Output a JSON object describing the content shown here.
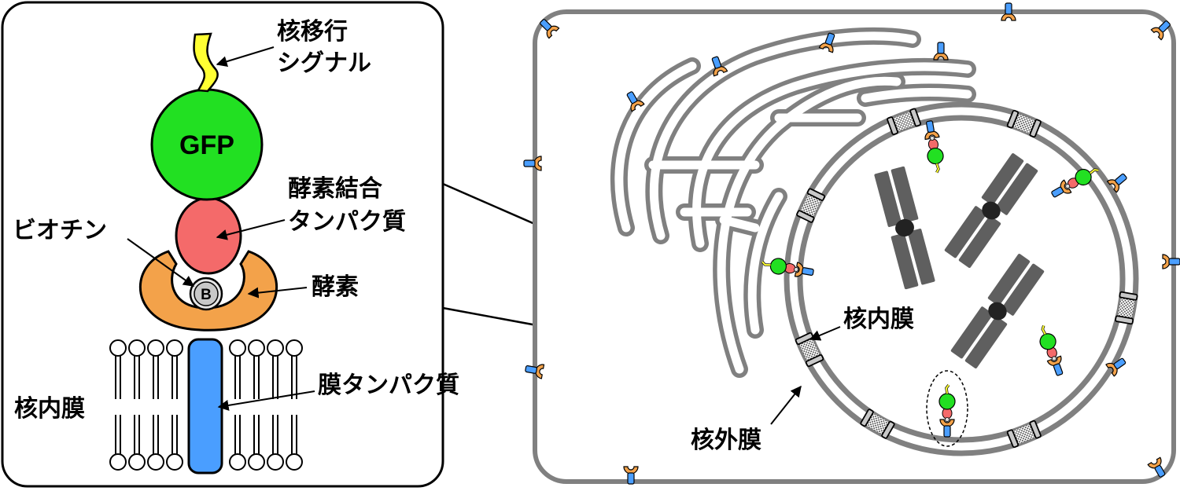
{
  "inset": {
    "labels": {
      "nls": [
        "核移行",
        "シグナル"
      ],
      "gfp": "GFP",
      "binding_protein": [
        "酵素結合",
        "タンパク質"
      ],
      "biotin": "ビオチン",
      "biotin_mark": "B",
      "enzyme": "酵素",
      "inner_membrane": "核内膜",
      "membrane_protein": "膜タンパク質"
    }
  },
  "cell": {
    "labels": {
      "inner_nuclear_membrane": "核内膜",
      "outer_nuclear_membrane": "核外膜"
    }
  },
  "colors": {
    "nls": "#ffff33",
    "gfp": "#22e022",
    "binding_protein": "#f46a6a",
    "enzyme": "#f3a24a",
    "biotin": "#c8c8c8",
    "membrane_protein": "#4a9eff",
    "membrane": "#808080",
    "chromosome": "#5f5f5f",
    "centromere": "#222222"
  }
}
